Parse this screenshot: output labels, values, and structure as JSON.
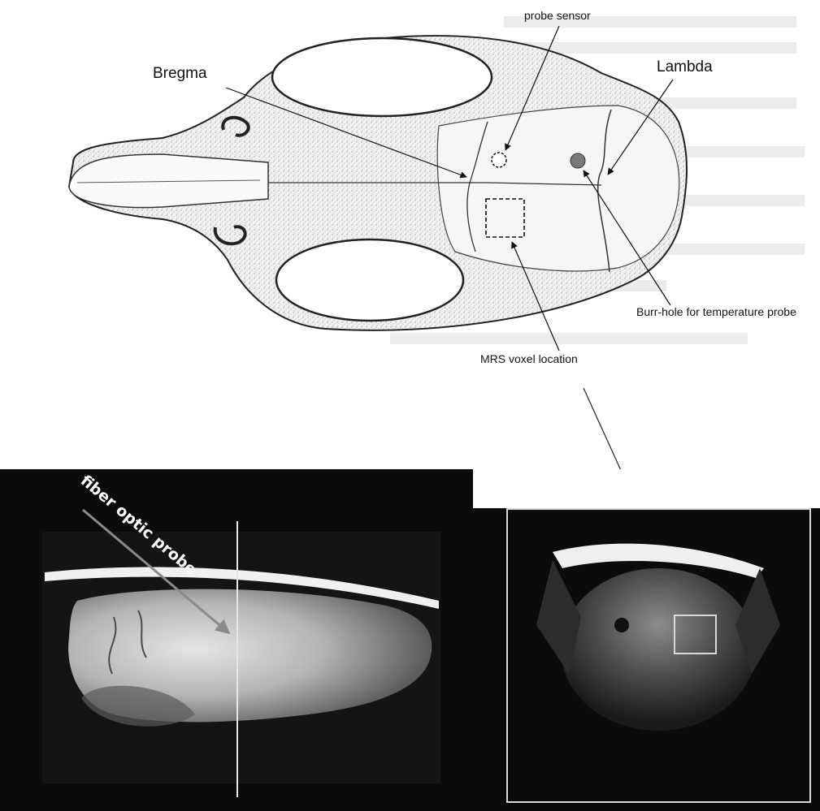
{
  "labels": {
    "probe_sensor": "probe sensor",
    "bregma": "Bregma",
    "lambda": "Lambda",
    "burr_hole": "Burr-hole for temperature probe",
    "mrs_voxel": "MRS voxel location",
    "fiber_optic_probe": "fiber optic probe"
  },
  "colors": {
    "background": "#ffffff",
    "mri_background": "#0b0b0b",
    "annotation_line": "#222222",
    "burr_hole_fill": "#7a7a7a"
  },
  "panels": {
    "top": "skull-diagram",
    "bottom_left": "sagittal-mri",
    "bottom_right": "coronal-mri"
  }
}
